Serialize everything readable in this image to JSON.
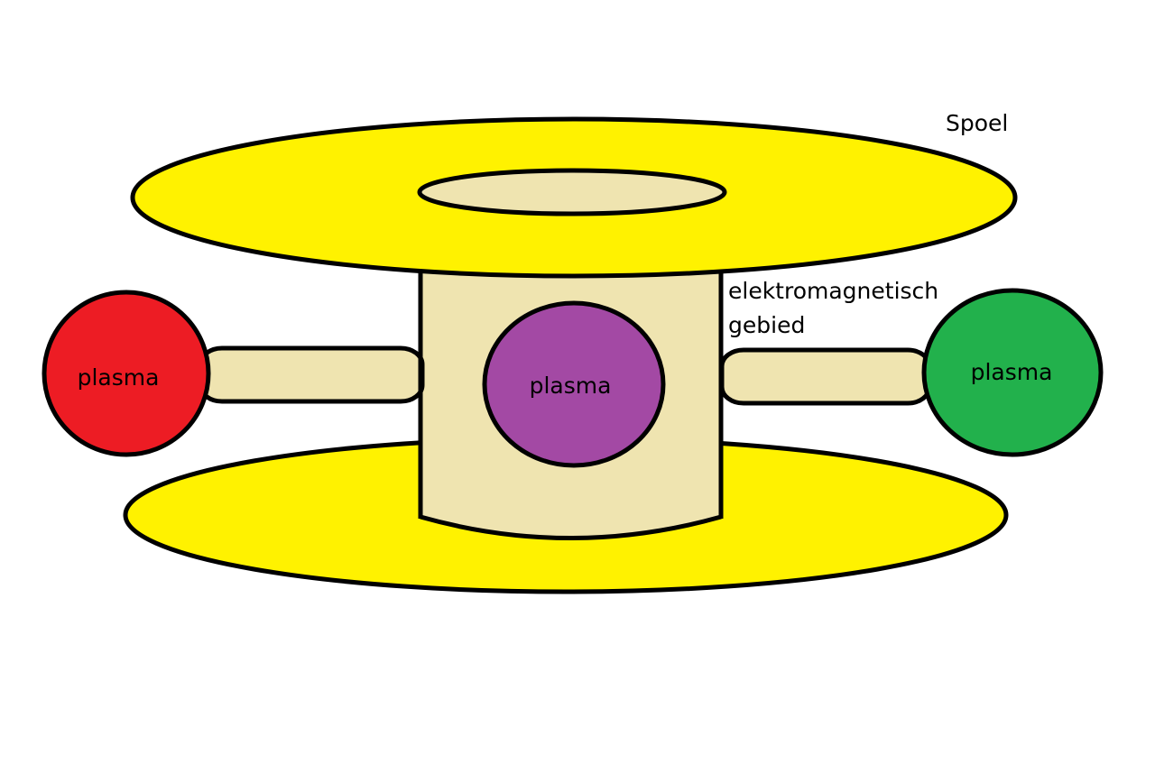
{
  "diagram": {
    "title": "Spoel",
    "field_label_line1": "elektromagnetisch",
    "field_label_line2": "gebied",
    "plasmas": [
      {
        "label": "plasma",
        "color": "#ed1c24",
        "position": "left"
      },
      {
        "label": "plasma",
        "color": "#a349a4",
        "position": "center"
      },
      {
        "label": "plasma",
        "color": "#22b14c",
        "position": "right"
      }
    ]
  },
  "colors": {
    "disc": "#fff200",
    "core": "#efe4b0",
    "outline": "#000000",
    "background": "#ffffff"
  }
}
